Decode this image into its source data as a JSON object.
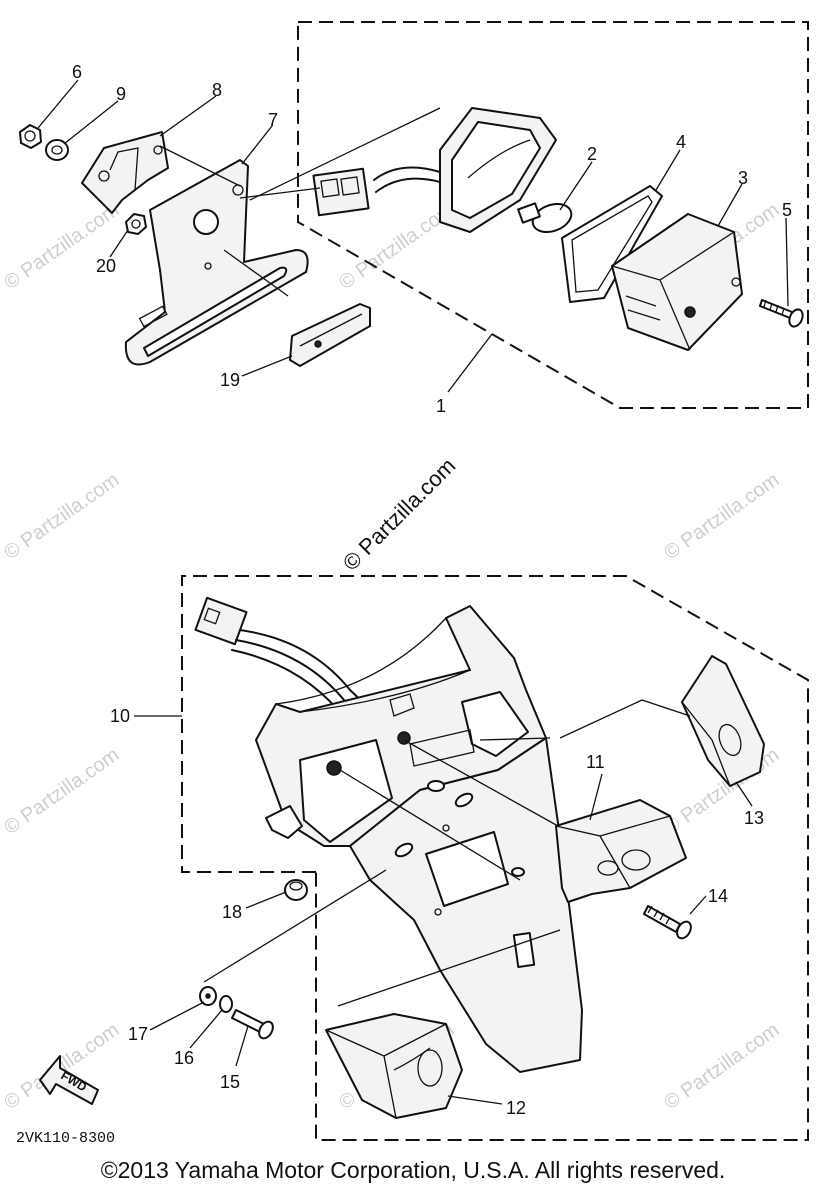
{
  "watermark": {
    "main": "© Partzilla.com",
    "faint": "© Partzilla.com"
  },
  "callouts": [
    "1",
    "2",
    "3",
    "4",
    "5",
    "6",
    "7",
    "8",
    "9",
    "10",
    "11",
    "12",
    "13",
    "14",
    "15",
    "16",
    "17",
    "18",
    "19",
    "20"
  ],
  "diagram_code": "2VK110-8300",
  "fwd_arrow_label": "FWD",
  "copyright": "©2013  Yamaha Motor Corporation, U.S.A. All rights reserved."
}
